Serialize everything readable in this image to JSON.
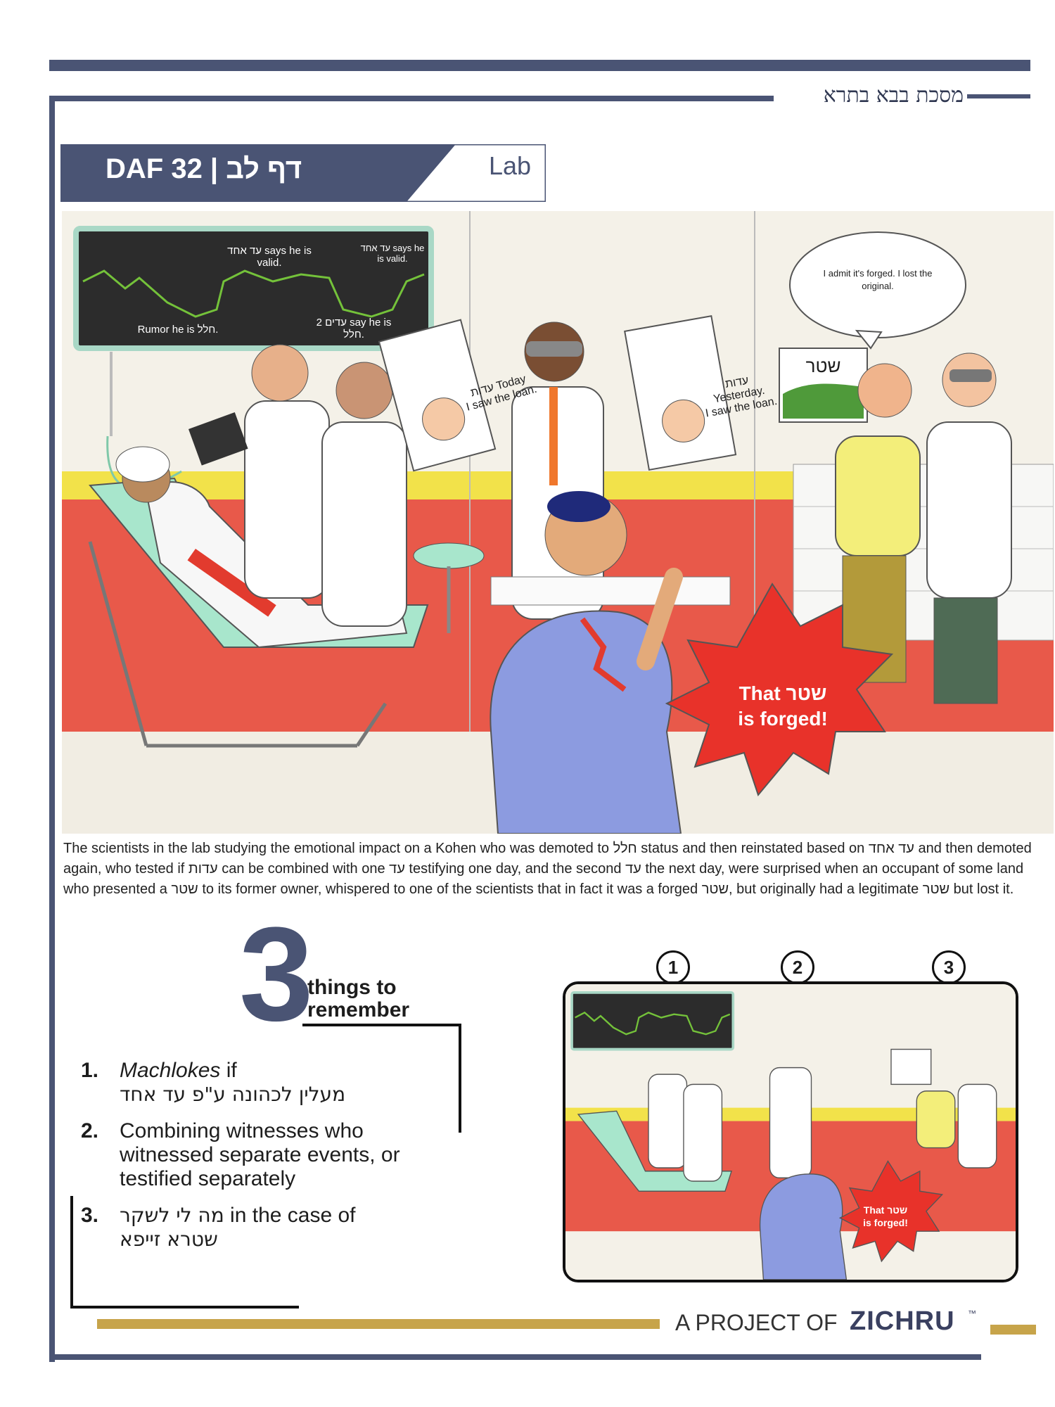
{
  "header": {
    "tractate": "מסכת בבא בתרא",
    "daf_label": "DAF 32 | דף לב",
    "section": "Lab"
  },
  "scene": {
    "monitor": {
      "rumor": "Rumor he is חלל.",
      "one_witness_1": "עד אחד says he is valid.",
      "two_witnesses": "2 עדים say he is חלל.",
      "one_witness_2": "עד אחד says he is valid."
    },
    "sign_today": {
      "title": "עדות Today",
      "text": "I saw the loan."
    },
    "sign_yesterday": {
      "title": "עדות Yesterday.",
      "text": "I saw the loan."
    },
    "shtar_sign": "שטר",
    "speech": "I admit it's forged. I lost the original.",
    "exclaim_line1": "That שטר",
    "exclaim_line2": "is forged!"
  },
  "caption": {
    "text": "The scientists in the lab studying the emotional impact on a Kohen who was demoted to חלל status and then reinstated based on עד אחד and then demoted again, who tested if עדות can be combined with one עד testifying one day, and the second עד the next day, were surprised when an occupant of some land who presented a שטר to its former owner, whispered to one of the scientists that in fact it was a forged שטר, but originally had a legitimate שטר but lost it."
  },
  "things": {
    "big_number": "3",
    "title_line1": "things to",
    "title_line2": "remember",
    "items": [
      {
        "num": "1.",
        "lead": "Machlokes",
        "text": " if",
        "hebrew": "מעלין לכהונה ע\"פ עד אחד"
      },
      {
        "num": "2.",
        "text": "Combining witnesses who witnessed separate events, or testified separately"
      },
      {
        "num": "3.",
        "hebrew_inline": "מה לי לשקר",
        "text": " in the case of",
        "hebrew": "שטרא זייפא"
      }
    ]
  },
  "thumbnail": {
    "callouts": [
      "1",
      "2",
      "3"
    ],
    "exclaim_line1": "That שטר",
    "exclaim_line2": "is forged!"
  },
  "footer": {
    "project": "A PROJECT OF",
    "brand": "ZICHRU",
    "tm": "™"
  }
}
